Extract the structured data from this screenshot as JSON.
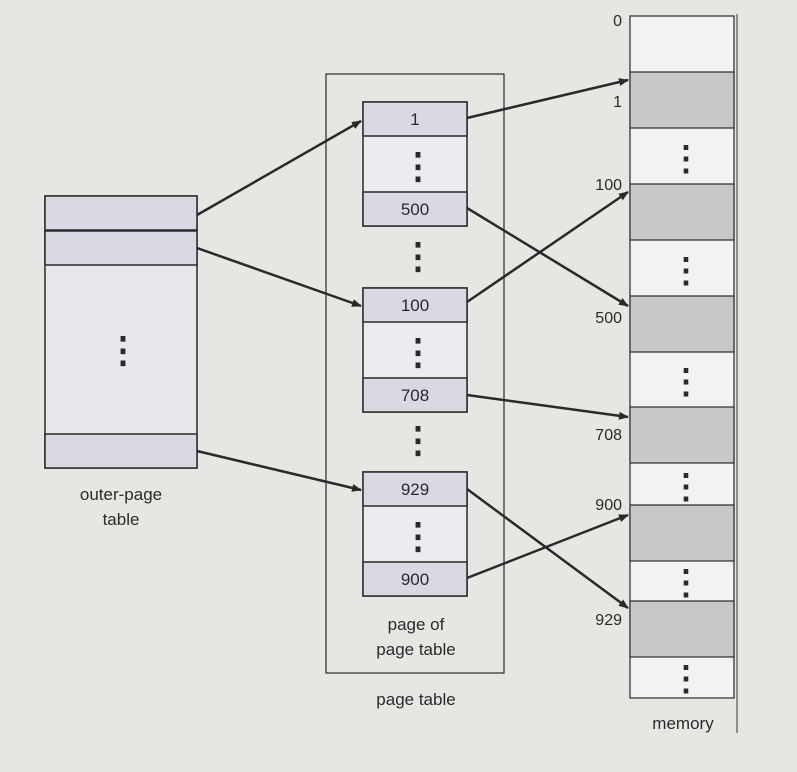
{
  "outer_table": {
    "label_line1": "outer-page",
    "label_line2": "table",
    "ellipsis": "⋮"
  },
  "page_table": {
    "label": "page table",
    "inner_label_line1": "page of",
    "inner_label_line2": "page table",
    "entries": [
      "1",
      "500",
      "100",
      "708",
      "929",
      "900"
    ]
  },
  "memory": {
    "label": "memory",
    "addresses": [
      "0",
      "1",
      "100",
      "500",
      "708",
      "900",
      "929"
    ]
  },
  "colors": {
    "background": "#e6e6e3",
    "entry_fill": "#d9d8e3",
    "memory_frame_fill": "#c8c8c8",
    "stroke": "#2a2a2a"
  }
}
